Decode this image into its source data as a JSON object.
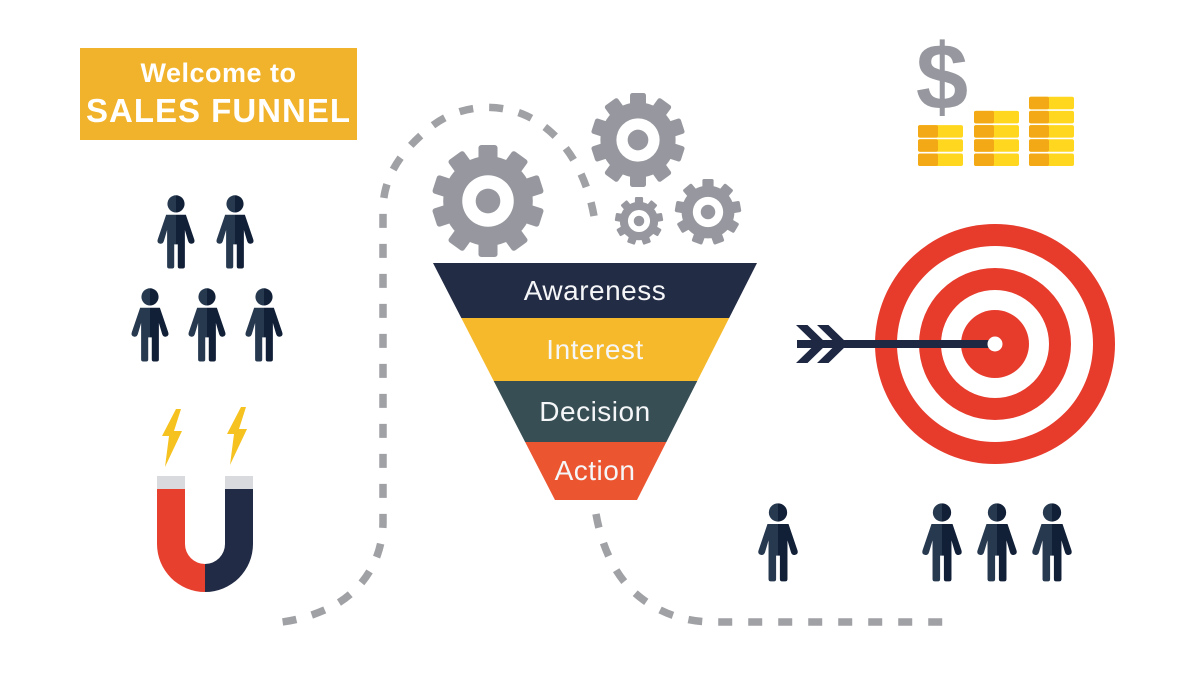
{
  "banner": {
    "line1": "Welcome to",
    "line2": "SALES FUNNEL"
  },
  "funnel": {
    "stages": [
      {
        "label": "Awareness",
        "color": "#232C45",
        "height": 55
      },
      {
        "label": "Interest",
        "color": "#F6B92B",
        "height": 63
      },
      {
        "label": "Decision",
        "color": "#374E54",
        "height": 61
      },
      {
        "label": "Action",
        "color": "#EB5631",
        "height": 58
      }
    ]
  },
  "money": {
    "symbol": "$",
    "stacks": [
      3,
      4,
      5
    ]
  },
  "people": {
    "audience_rows": [
      2,
      3
    ],
    "prospects": 1,
    "customers": 3
  },
  "icons": {
    "gears": "gears-icon",
    "magnet": "magnet-icon",
    "lightning": "lightning-bolt-icon",
    "target": "target-icon",
    "arrow": "arrow-icon",
    "dollar": "dollar-sign-icon",
    "coins": "coin-stacks-icon",
    "person": "person-icon",
    "journey": "dashed-journey-path"
  },
  "colors": {
    "background": "#FFFFFF",
    "banner_yellow": "#F1B32B",
    "banner_text": "#FFFFFF",
    "label_white": "#F5F6F7",
    "gear_gray": "#97989F",
    "dash_gray": "#A0A1A5",
    "target_red": "#E73B2C",
    "arrow_navy": "#1E2843",
    "magnet_red": "#E8402F",
    "magnet_navy": "#222B45",
    "magnet_tip": "#D9DADE",
    "bolt_yellow": "#F6C21F",
    "coin_light": "#FFD71F",
    "coin_dark": "#F3A815",
    "dollar_gray": "#97989F",
    "person_light": "#27394F",
    "person_dark": "#111F37"
  }
}
